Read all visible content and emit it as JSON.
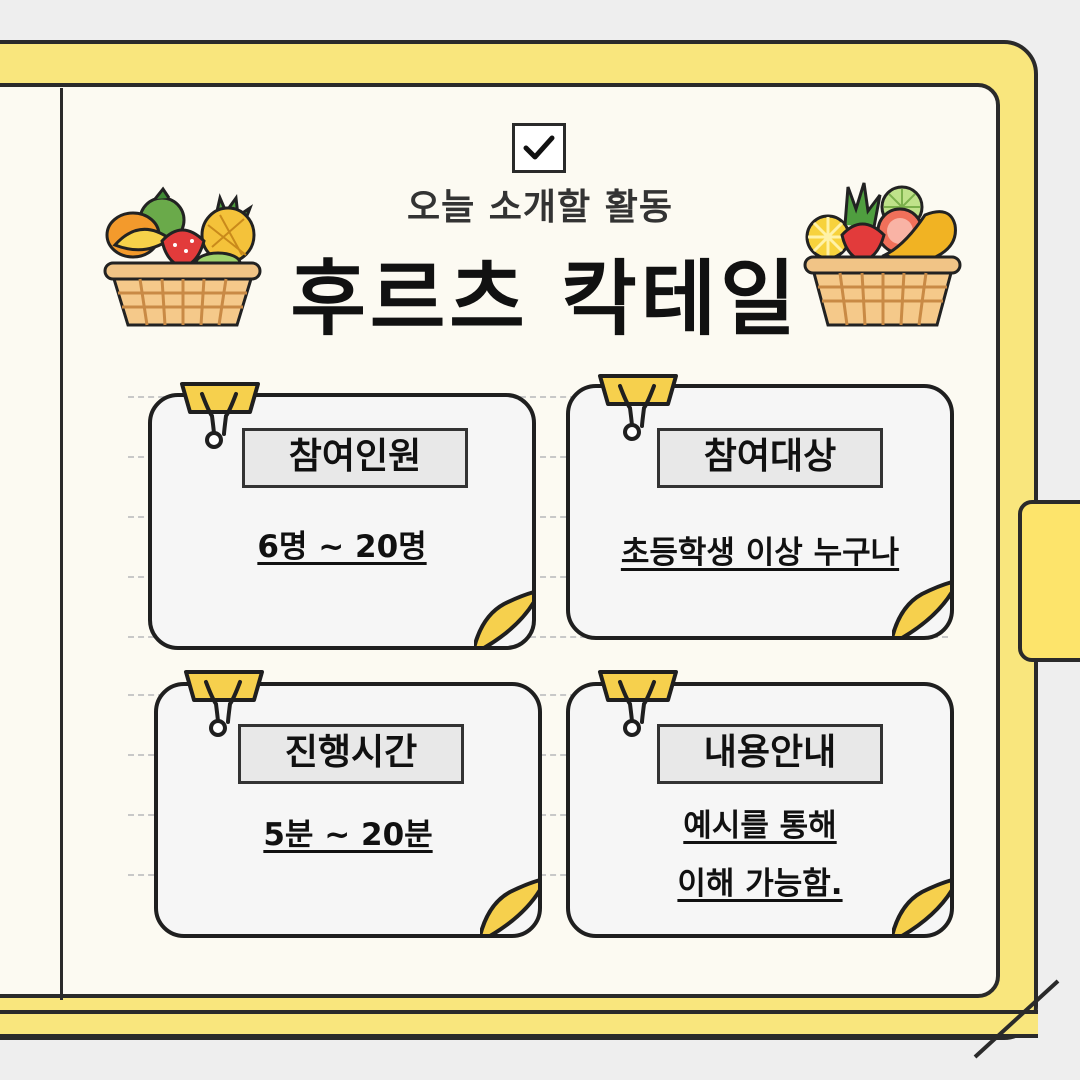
{
  "subtitle": "오늘 소개할 활동",
  "title": "후르츠 칵테일",
  "cards": [
    {
      "label": "참여인원",
      "value_lines": [
        "6명 ~ 20명"
      ]
    },
    {
      "label": "참여대상",
      "value_lines": [
        "초등학생 이상 누구나"
      ]
    },
    {
      "label": "진행시간",
      "value_lines": [
        "5분 ~ 20분"
      ]
    },
    {
      "label": "내용안내",
      "value_lines": [
        "예시를 통해",
        "이해 가능함."
      ]
    }
  ],
  "colors": {
    "binder": "#f9e67d",
    "tab": "#fde46b",
    "clip": "#f6d04d",
    "page": "#fcfaf2",
    "card": "#f6f6f6",
    "label": "#e8e8e8",
    "outline": "#2a2a2a"
  },
  "icons": [
    "checkbox-icon",
    "fruit-basket-icon",
    "binder-clip-icon"
  ]
}
